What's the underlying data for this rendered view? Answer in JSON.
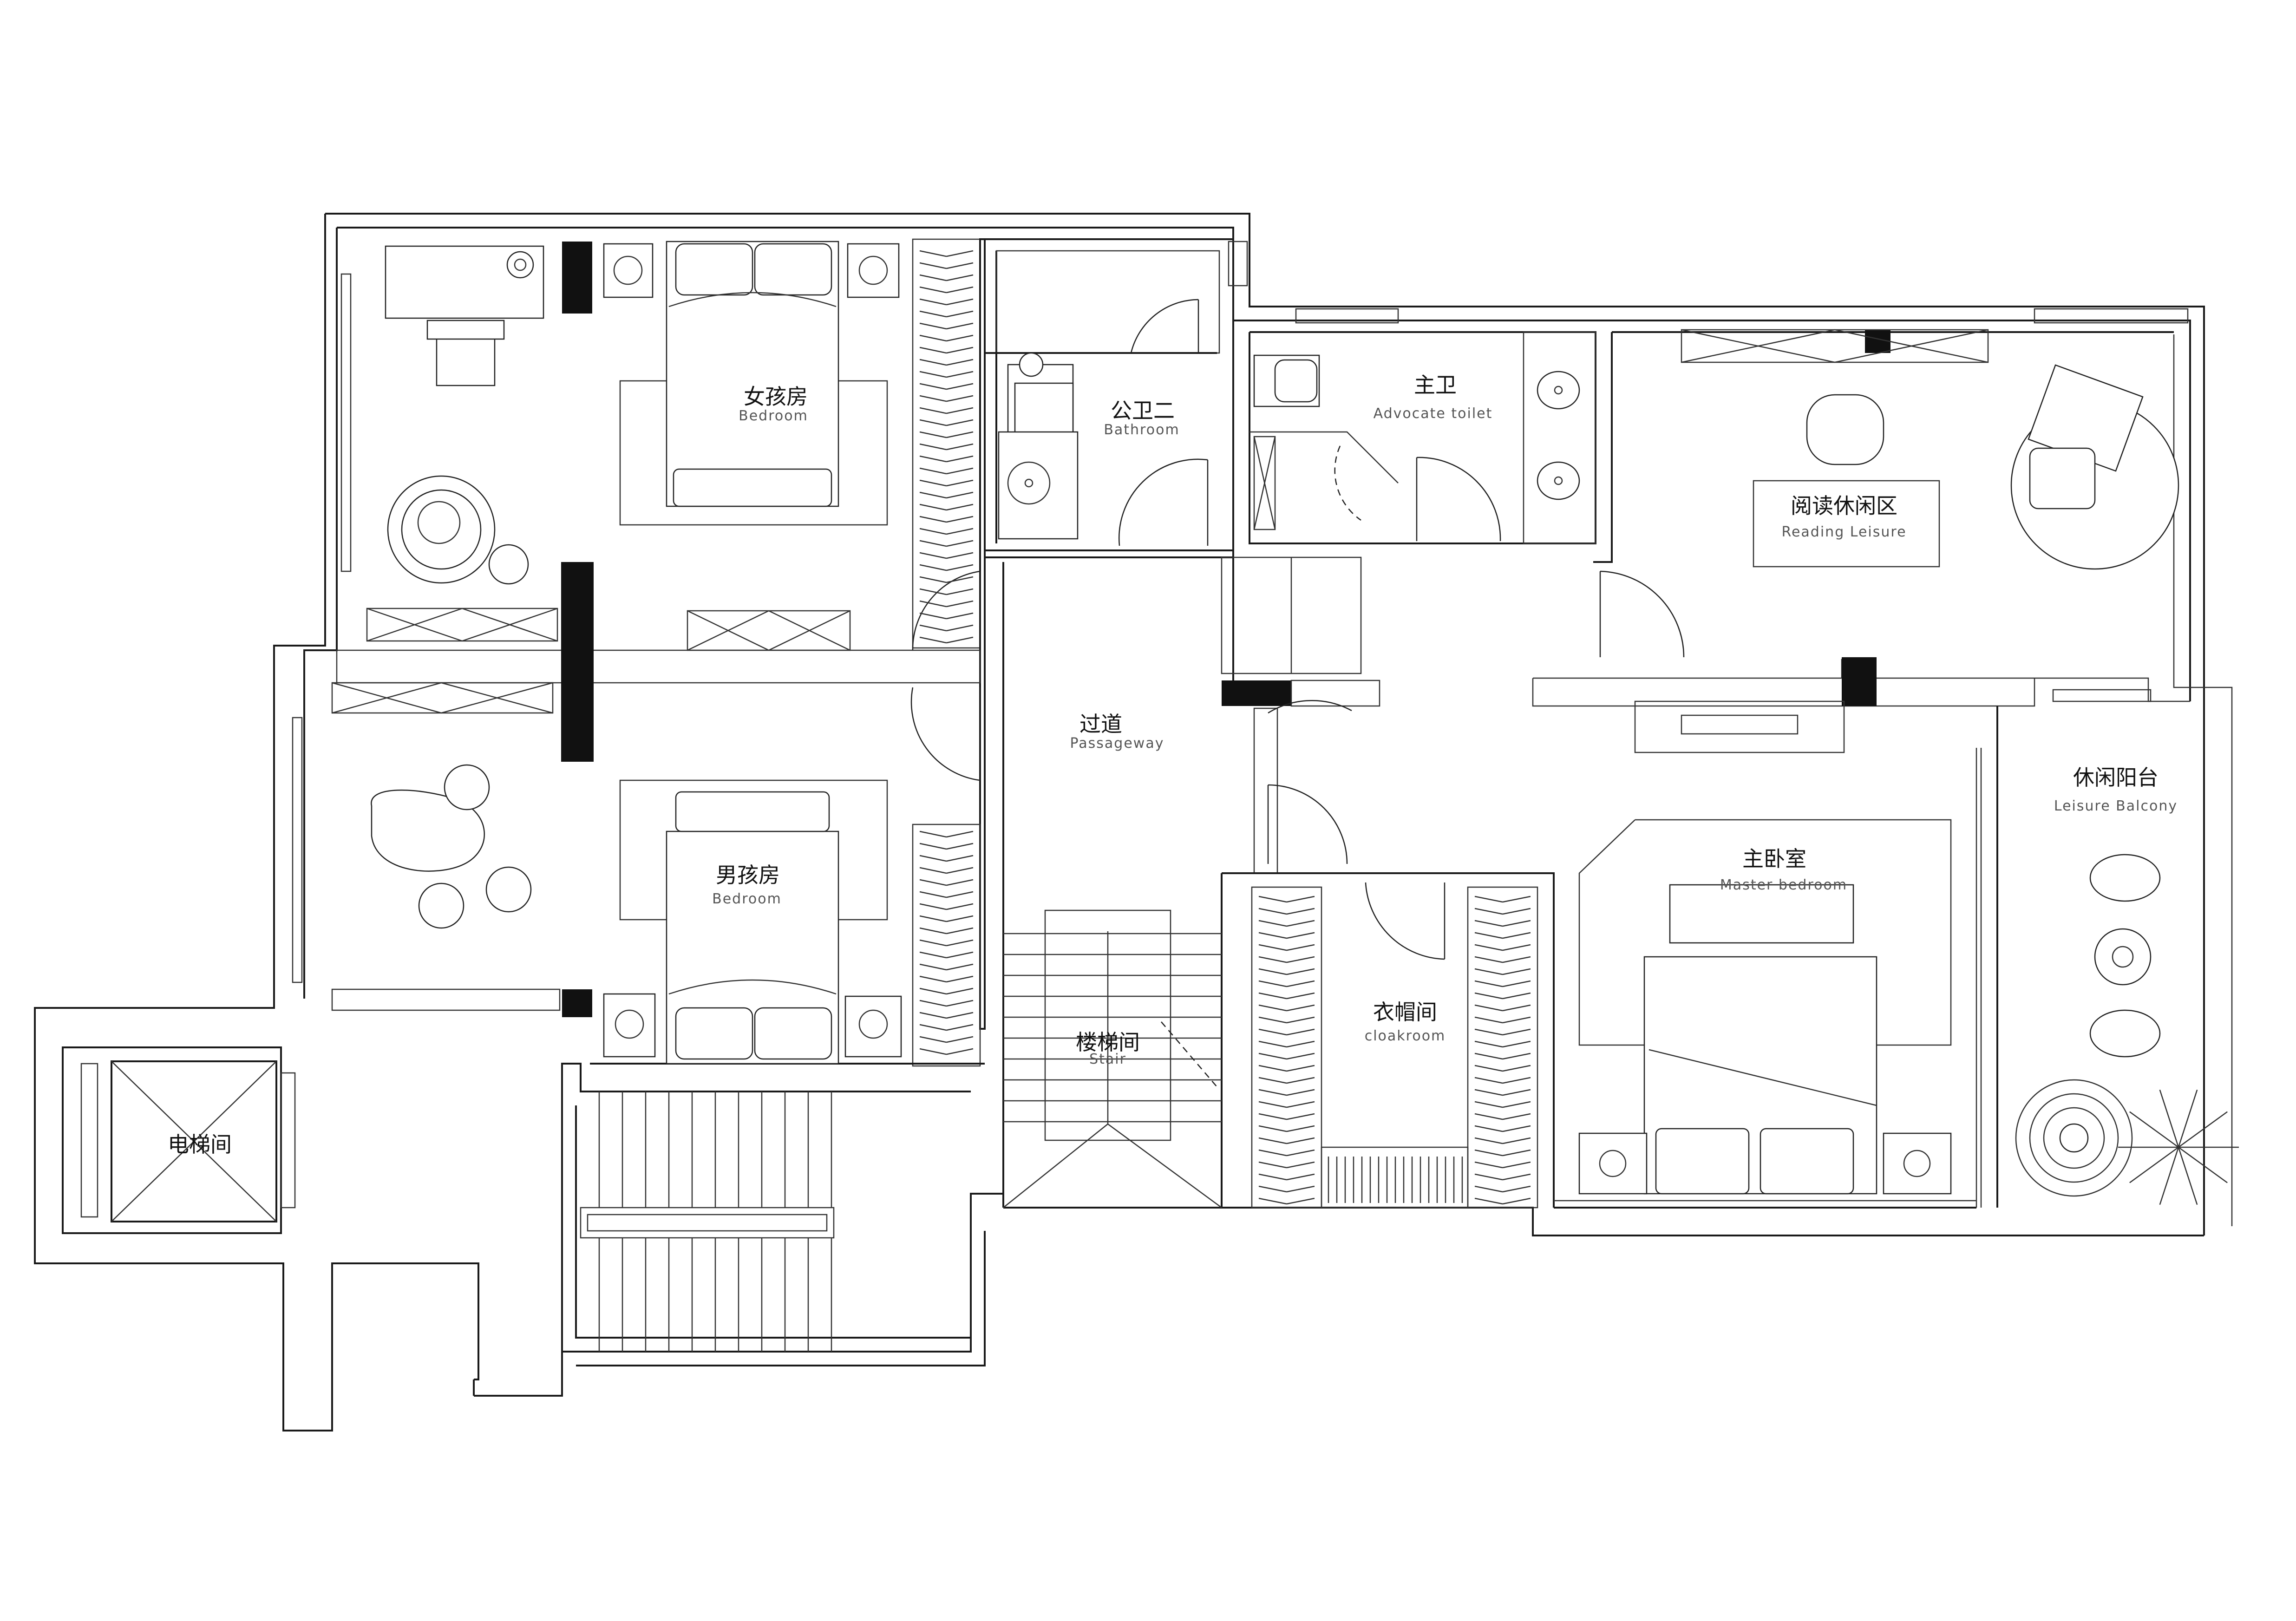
{
  "rooms": {
    "girls_room": {
      "cn": "女孩房",
      "en": "Bedroom"
    },
    "bathroom_two": {
      "cn": "公卫二",
      "en": "Bathroom"
    },
    "master_bath": {
      "cn": "主卫",
      "en": "Advocate toilet"
    },
    "reading": {
      "cn": "阅读休闲区",
      "en": "Reading Leisure"
    },
    "passage": {
      "cn": "过道",
      "en": "Passageway"
    },
    "leisure_balcony": {
      "cn": "休闲阳台",
      "en": "Leisure Balcony"
    },
    "boys_room": {
      "cn": "男孩房",
      "en": "Bedroom"
    },
    "master_bedroom": {
      "cn": "主卧室",
      "en": "Master bedroom"
    },
    "cloakroom": {
      "cn": "衣帽间",
      "en": "cloakroom"
    },
    "stair": {
      "cn": "楼梯间",
      "en": "Stair"
    },
    "elevator": {
      "cn": "电梯间",
      "en": ""
    }
  }
}
